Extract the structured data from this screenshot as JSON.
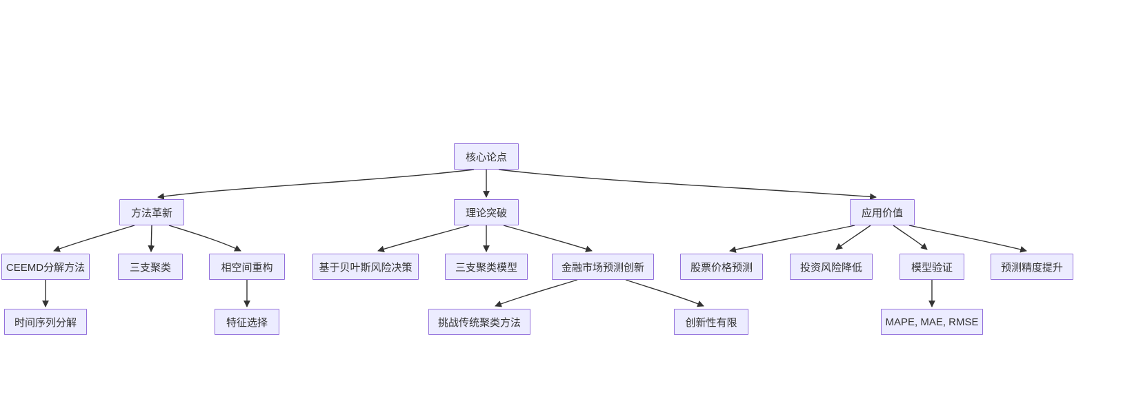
{
  "diagram": {
    "type": "flowchart",
    "direction": "top-down",
    "colors": {
      "background": "#ffffff",
      "node_fill": "#ECECFF",
      "node_border": "#9370DB",
      "edge": "#333333",
      "text": "#333333"
    },
    "nodes": {
      "core": {
        "label": "核心论点"
      },
      "method": {
        "label": "方法革新"
      },
      "theory": {
        "label": "理论突破"
      },
      "application": {
        "label": "应用价值"
      },
      "ceemd": {
        "label": "CEEMD分解方法"
      },
      "three_way": {
        "label": "三支聚类"
      },
      "phase_space": {
        "label": "相空间重构"
      },
      "bayes": {
        "label": "基于贝叶斯风险决策"
      },
      "three_way_model": {
        "label": "三支聚类模型"
      },
      "fin_market": {
        "label": "金融市场预测创新"
      },
      "stock": {
        "label": "股票价格预测"
      },
      "risk": {
        "label": "投资风险降低"
      },
      "validation": {
        "label": "模型验证"
      },
      "accuracy": {
        "label": "预测精度提升"
      },
      "time_series": {
        "label": "时间序列分解"
      },
      "feature_sel": {
        "label": "特征选择"
      },
      "challenge": {
        "label": "挑战传统聚类方法"
      },
      "limited": {
        "label": "创新性有限"
      },
      "metrics": {
        "label": "MAPE, MAE, RMSE"
      }
    },
    "edges": [
      {
        "from": "core",
        "to": "method"
      },
      {
        "from": "core",
        "to": "theory"
      },
      {
        "from": "core",
        "to": "application"
      },
      {
        "from": "method",
        "to": "ceemd"
      },
      {
        "from": "method",
        "to": "three_way"
      },
      {
        "from": "method",
        "to": "phase_space"
      },
      {
        "from": "ceemd",
        "to": "time_series"
      },
      {
        "from": "phase_space",
        "to": "feature_sel"
      },
      {
        "from": "theory",
        "to": "bayes"
      },
      {
        "from": "theory",
        "to": "three_way_model"
      },
      {
        "from": "theory",
        "to": "fin_market"
      },
      {
        "from": "fin_market",
        "to": "challenge"
      },
      {
        "from": "fin_market",
        "to": "limited"
      },
      {
        "from": "application",
        "to": "stock"
      },
      {
        "from": "application",
        "to": "risk"
      },
      {
        "from": "application",
        "to": "validation"
      },
      {
        "from": "application",
        "to": "accuracy"
      },
      {
        "from": "validation",
        "to": "metrics"
      }
    ]
  }
}
